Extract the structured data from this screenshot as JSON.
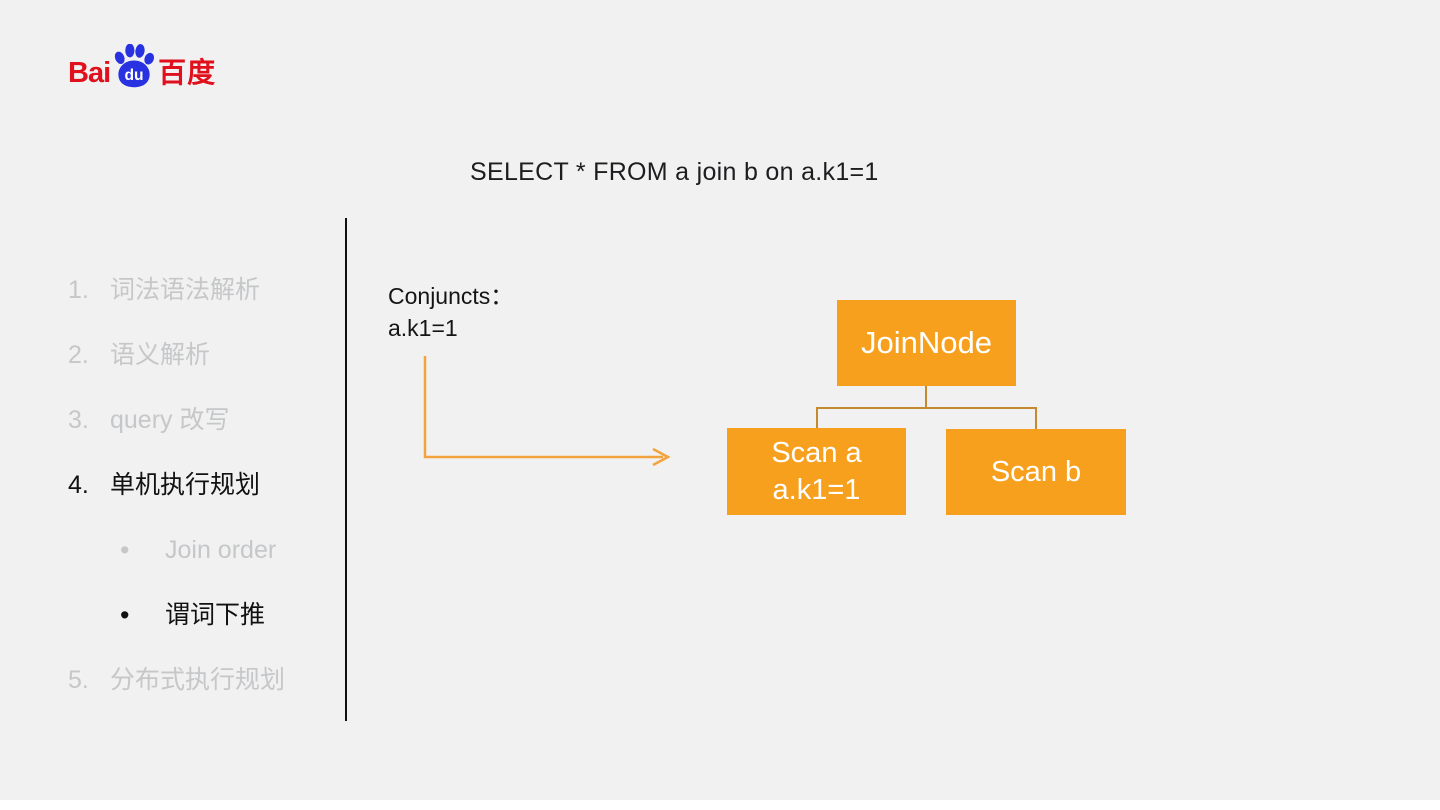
{
  "background": "#F1F1F2",
  "logo": {
    "bai": "Bai",
    "du": "du",
    "chinese": "百度",
    "red": "#E0101C",
    "blue": "#2932E1"
  },
  "title": "SELECT * FROM a join b on a.k1=1",
  "sidebar": {
    "items": [
      {
        "marker": "1.",
        "label": "词法语法解析",
        "state": "inactive"
      },
      {
        "marker": "2.",
        "label": "语义解析",
        "state": "inactive"
      },
      {
        "marker": "3.",
        "label": "query 改写",
        "state": "inactive"
      },
      {
        "marker": "4.",
        "label": "单机执行规划",
        "state": "active"
      },
      {
        "marker": "•",
        "label": "Join order",
        "state": "inactive",
        "level": 2
      },
      {
        "marker": "•",
        "label": "谓词下推",
        "state": "active",
        "level": 2
      },
      {
        "marker": "5.",
        "label": "分布式执行规划",
        "state": "inactive"
      }
    ]
  },
  "annotation": {
    "line1": "Conjuncts：",
    "line2": "a.k1=1"
  },
  "diagram": {
    "nodes": {
      "join": "JoinNode",
      "scan_a_line1": "Scan a",
      "scan_a_line2": "a.k1=1",
      "scan_b": "Scan b"
    },
    "colors": {
      "node_fill": "#F7A01D",
      "node_text": "#FFFFFF",
      "connector": "#C5892F",
      "arrow": "#F2A33B"
    }
  }
}
